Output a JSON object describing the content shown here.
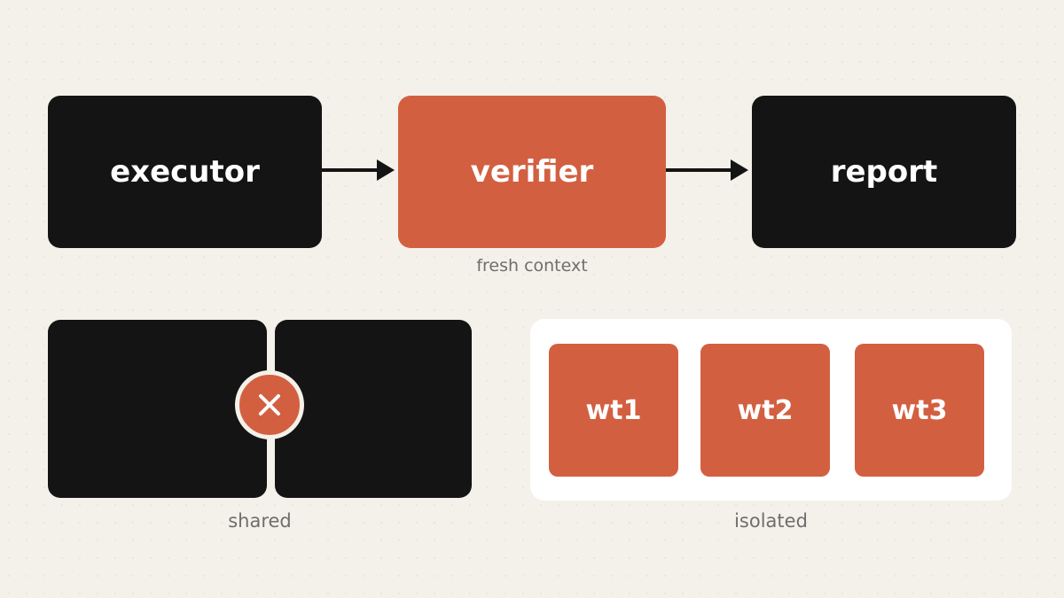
{
  "pipeline": {
    "executor_label": "executor",
    "verifier_label": "verifier",
    "verifier_caption": "fresh context",
    "report_label": "report"
  },
  "shared": {
    "caption": "shared",
    "marker_icon": "x-icon"
  },
  "isolated": {
    "caption": "isolated",
    "worktrees": [
      "wt1",
      "wt2",
      "wt3"
    ]
  },
  "colors": {
    "background": "#f4f1ea",
    "dark": "#141414",
    "accent": "#d35f41",
    "panel": "#ffffff",
    "caption": "#6e6e6e"
  }
}
